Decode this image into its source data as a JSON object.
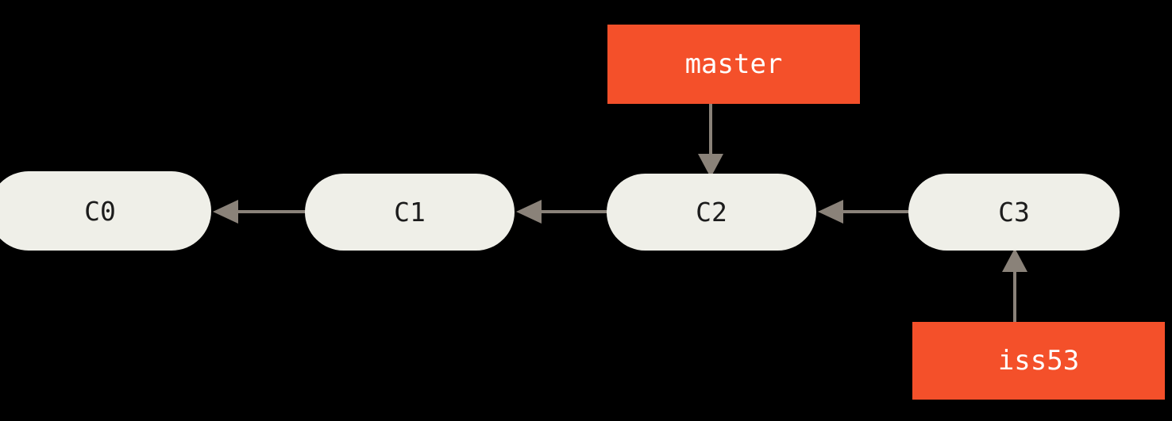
{
  "diagram": {
    "title": "git-branching-commit-history",
    "background_color": "#000000",
    "commit_fill_color": "#EFEFE8",
    "commit_text_color": "#1C1C1C",
    "branch_fill_color": "#F4502A",
    "branch_text_color": "#FFFFFF",
    "arrow_color": "#8A8279",
    "commits": [
      {
        "id": "c0",
        "label": "C0"
      },
      {
        "id": "c1",
        "label": "C1"
      },
      {
        "id": "c2",
        "label": "C2"
      },
      {
        "id": "c3",
        "label": "C3"
      }
    ],
    "branches": [
      {
        "id": "master",
        "label": "master",
        "points_to": "C2"
      },
      {
        "id": "iss53",
        "label": "iss53",
        "points_to": "C3"
      }
    ],
    "edges": [
      {
        "from": "C1",
        "to": "C0",
        "direction": "left"
      },
      {
        "from": "C2",
        "to": "C1",
        "direction": "left"
      },
      {
        "from": "C3",
        "to": "C2",
        "direction": "left"
      },
      {
        "from": "master",
        "to": "C2",
        "direction": "down"
      },
      {
        "from": "iss53",
        "to": "C3",
        "direction": "up"
      }
    ]
  }
}
